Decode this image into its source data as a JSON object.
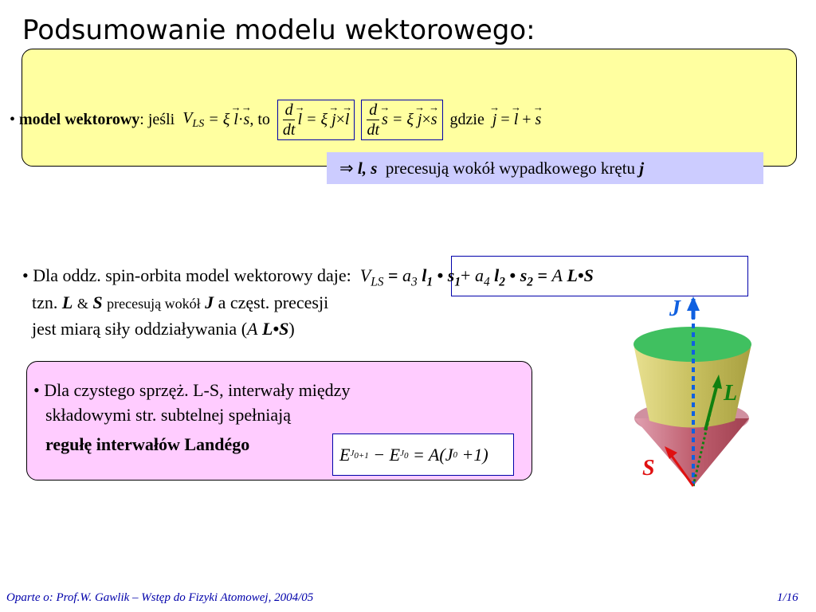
{
  "title": "Podsumowanie modelu wektorowego:",
  "line1": {
    "bullet": "•",
    "label": "model wektorowy",
    "colon": ":",
    "if": "jeśli",
    "eq_vls": "V",
    "eq_vls_sub": "LS",
    "eq_vls_rhs": "= ξ",
    "l": "l",
    "dot": "·",
    "s": "s",
    "to": ", to",
    "d": "d",
    "dt": "dt",
    "eq1_mid": "= ξ",
    "j": "j",
    "cross": "×",
    "gdzie": "gdzie",
    "eq": "=",
    "plus": "+"
  },
  "precession": {
    "arrow": "⇒",
    "ls": "l, s",
    "text": "precesują wokół wypadkowego krętu",
    "j": "j"
  },
  "spin_orbit": {
    "line": "• Dla oddz. spin-orbita model wektorowy daje:",
    "V": "V",
    "V_sub": "LS",
    "eq": "=",
    "a3": "a",
    "a3_sub": "3",
    "l1": "l",
    "l1_sub": "1",
    "dot": "•",
    "s1": "s",
    "s1_sub": "1",
    "plus": "+",
    "a4": "a",
    "a4_sub": "4",
    "l2": "l",
    "l2_sub": "2",
    "s2": "s",
    "s2_sub": "2",
    "A": "A",
    "LS": "L•S",
    "tzn": "tzn.",
    "L": "L",
    "amp": "&",
    "S": "S",
    "precesuja": "precesują wokół",
    "J": "J",
    "rest": "a częst. precesji",
    "miara": "jest miarą siły oddziaływania (",
    "miara_A": "A",
    "miara_LS": "L•S",
    "miara_close": ")"
  },
  "lande": {
    "line1": "• Dla czystego sprzęż. L-S,  interwały między",
    "line2": "składowymi str. subtelnej spełniają",
    "line3": "regułę interwałów Landégo",
    "E": "E",
    "J": "J",
    "sub0p1": "0+1",
    "sub0": "0",
    "minus": "−",
    "eqA": "= A(",
    "plus1": "+1)"
  },
  "diagram": {
    "J_label": "J",
    "L_label": "L",
    "S_label": "S",
    "colors": {
      "J": "#1060e0",
      "L": "#108010",
      "S": "#e01010",
      "cone_top": "#40c060",
      "cone_side": "#d8d070",
      "cone_bottom": "#d07080"
    }
  },
  "footer": {
    "text": "Oparte o: Prof.W. Gawlik – Wstęp do Fizyki Atomowej, 2004/05",
    "page": "1/16"
  }
}
